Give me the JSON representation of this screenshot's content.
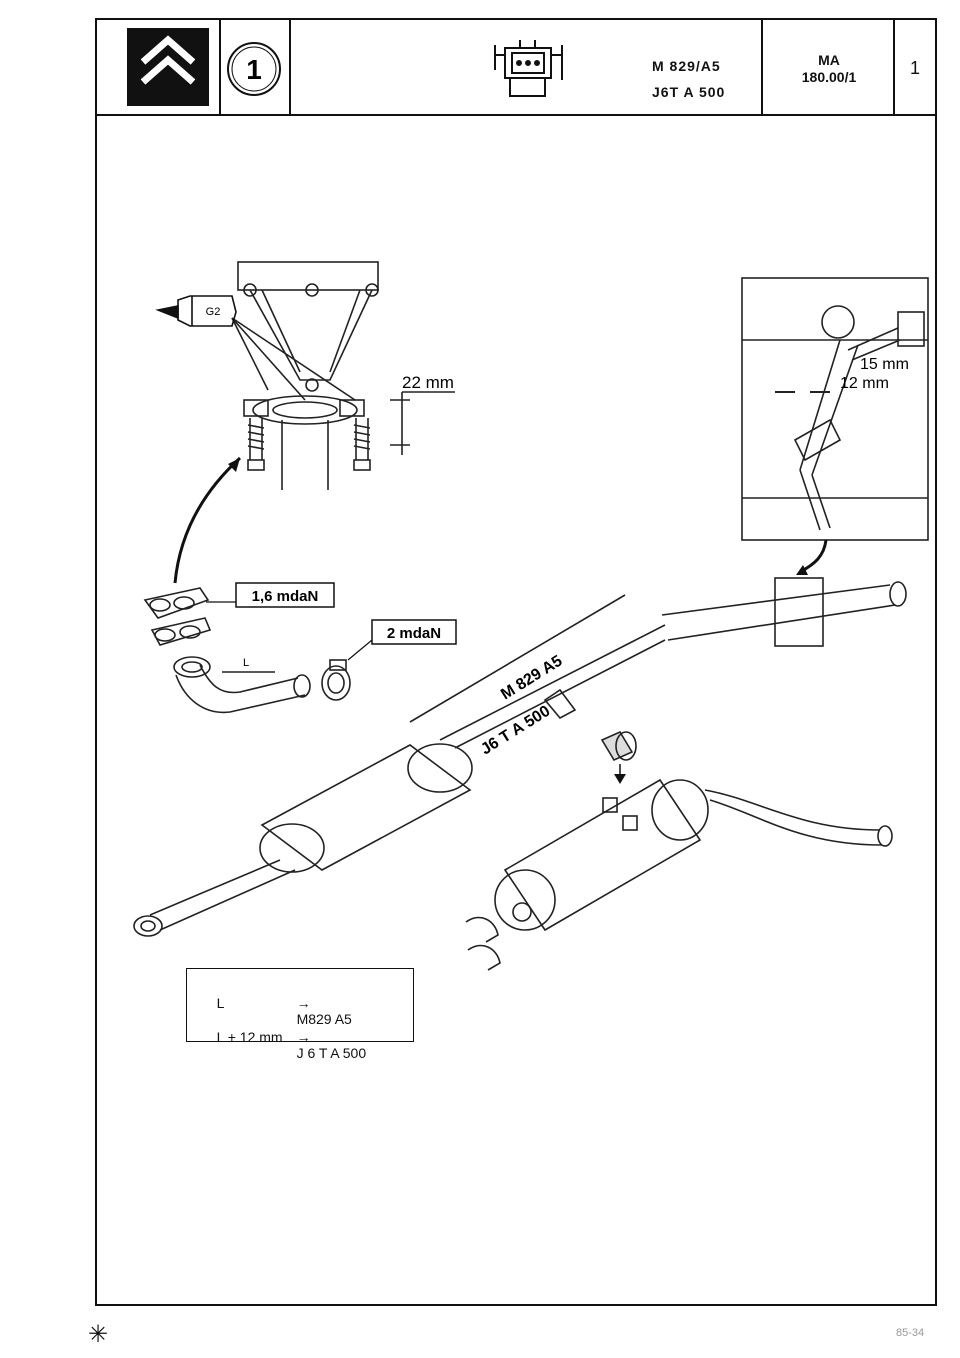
{
  "header": {
    "part_number": "1",
    "model_line_1": "M 829/A5",
    "model_line_2": "J6T A 500",
    "ref_line_1": "MA",
    "ref_line_2": "180.00/1",
    "page": "1"
  },
  "sealant_label": "G2",
  "dimensions": {
    "spring_height": "22 mm",
    "clamp_offset_a": "15 mm",
    "clamp_offset_b": "12 mm",
    "length_marker": "L"
  },
  "torques": {
    "manifold_flange": "1,6 mdaN",
    "clamp": "2 mdaN"
  },
  "variants": {
    "upper": "M 829 A5",
    "lower": "J6 T A 500"
  },
  "legend": {
    "row1_left": "L",
    "row1_right": "M829 A5",
    "row2_left": "L + 12 mm",
    "row2_right": "J 6 T A 500",
    "arrow": "→"
  },
  "footer": {
    "symbol": "✳",
    "code": "85-34"
  }
}
